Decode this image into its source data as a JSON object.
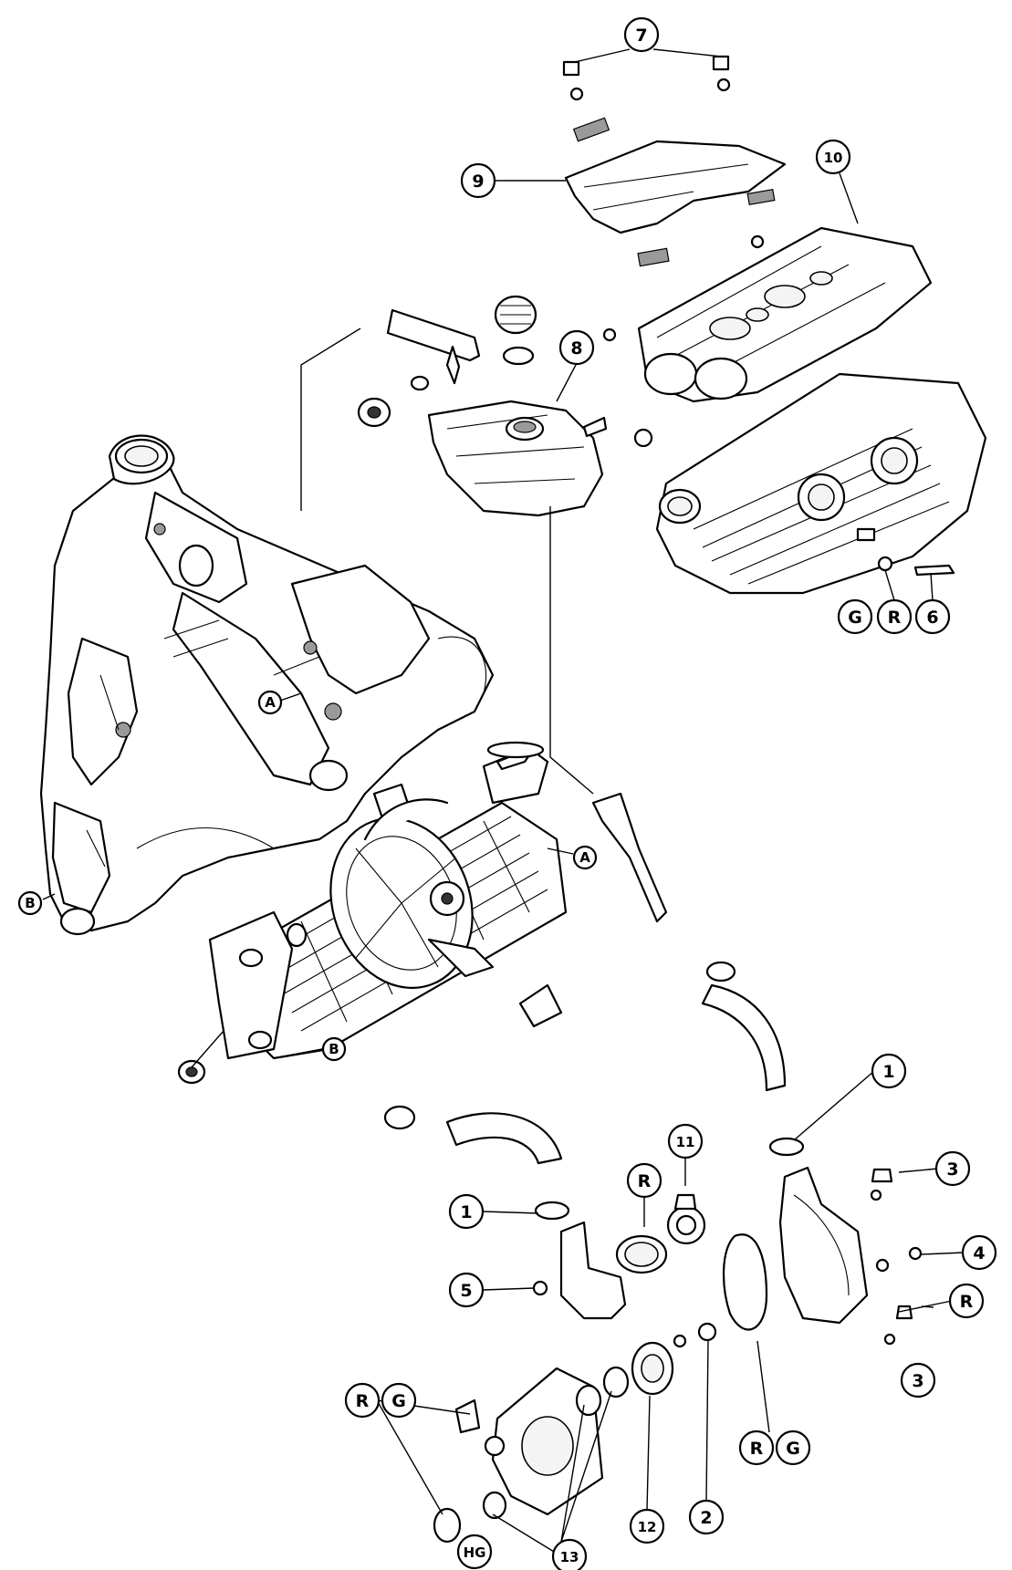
{
  "callouts": {
    "c1a": "1",
    "c1b": "1",
    "c2": "2",
    "c3a": "3",
    "c3b": "3",
    "c4": "4",
    "c5": "5",
    "c6": "6",
    "c7": "7",
    "c8": "8",
    "c9": "9",
    "c10": "10",
    "c11": "11",
    "c12": "12",
    "c13": "13",
    "cA1": "A",
    "cA2": "A",
    "cB1": "B",
    "cB2": "B",
    "cG1": "G",
    "cR1": "R",
    "cR2": "R",
    "cR3": "R",
    "cR4": "R",
    "cG4": "G",
    "cR5": "R",
    "cG5": "G",
    "cHG": "HG"
  },
  "colors": {
    "line": "#000000",
    "background": "#ffffff",
    "shade": "#9a9a9a"
  }
}
